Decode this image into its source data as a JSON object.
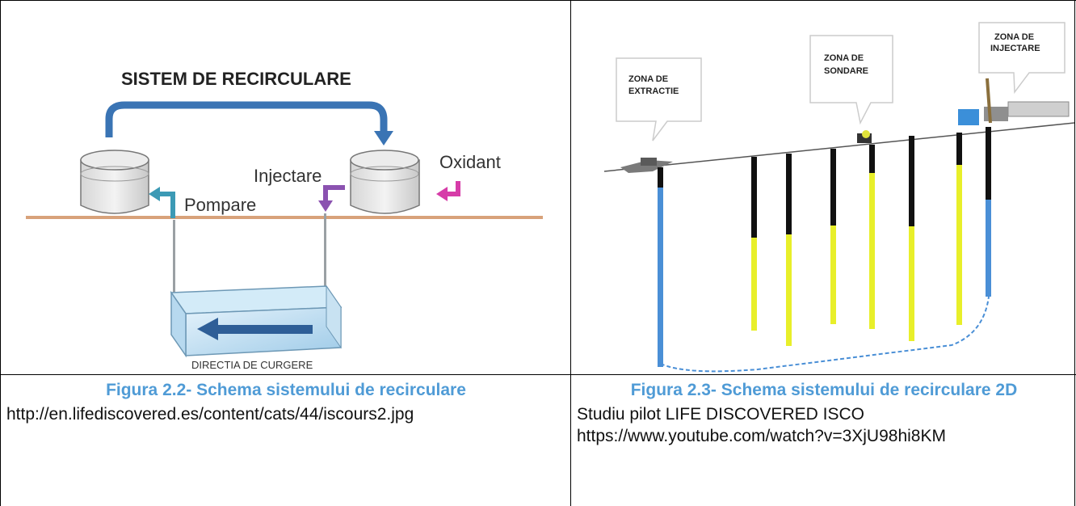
{
  "left": {
    "figure": {
      "title": "SISTEM DE RECIRCULARE",
      "label_injectare": "Injectare",
      "label_oxidant": "Oxidant",
      "label_pompare": "Pompare",
      "label_directia": "DIRECTIA DE CURGERE"
    },
    "caption": "Figura 2.2- Schema sistemului de recirculare",
    "source": "http://en.lifediscovered.es/content/cats/44/iscours2.jpg"
  },
  "right": {
    "figure": {
      "zona_extractie_1": "ZONA DE",
      "zona_extractie_2": "EXTRACTIE",
      "zona_sondare_1": "ZONA DE",
      "zona_sondare_2": "SONDARE",
      "zona_injectare_1": "ZONA DE",
      "zona_injectare_2": "INJECTARE"
    },
    "caption": "Figura 2.3- Schema sistemului de recirculare 2D",
    "source_line1": "Studiu pilot LIFE DISCOVERED ISCO",
    "source_line2": "https://www.youtube.com/watch?v=3XjU98hi8KM"
  },
  "colors": {
    "caption": "#4f9bd6",
    "arrow_blue": "#3a74b4",
    "arrow_purple": "#8b52b0",
    "arrow_pink": "#d63ca8",
    "ground": "#d8a27a",
    "well_yellow": "#e8ef2a",
    "well_blue": "#4a8fd6"
  }
}
